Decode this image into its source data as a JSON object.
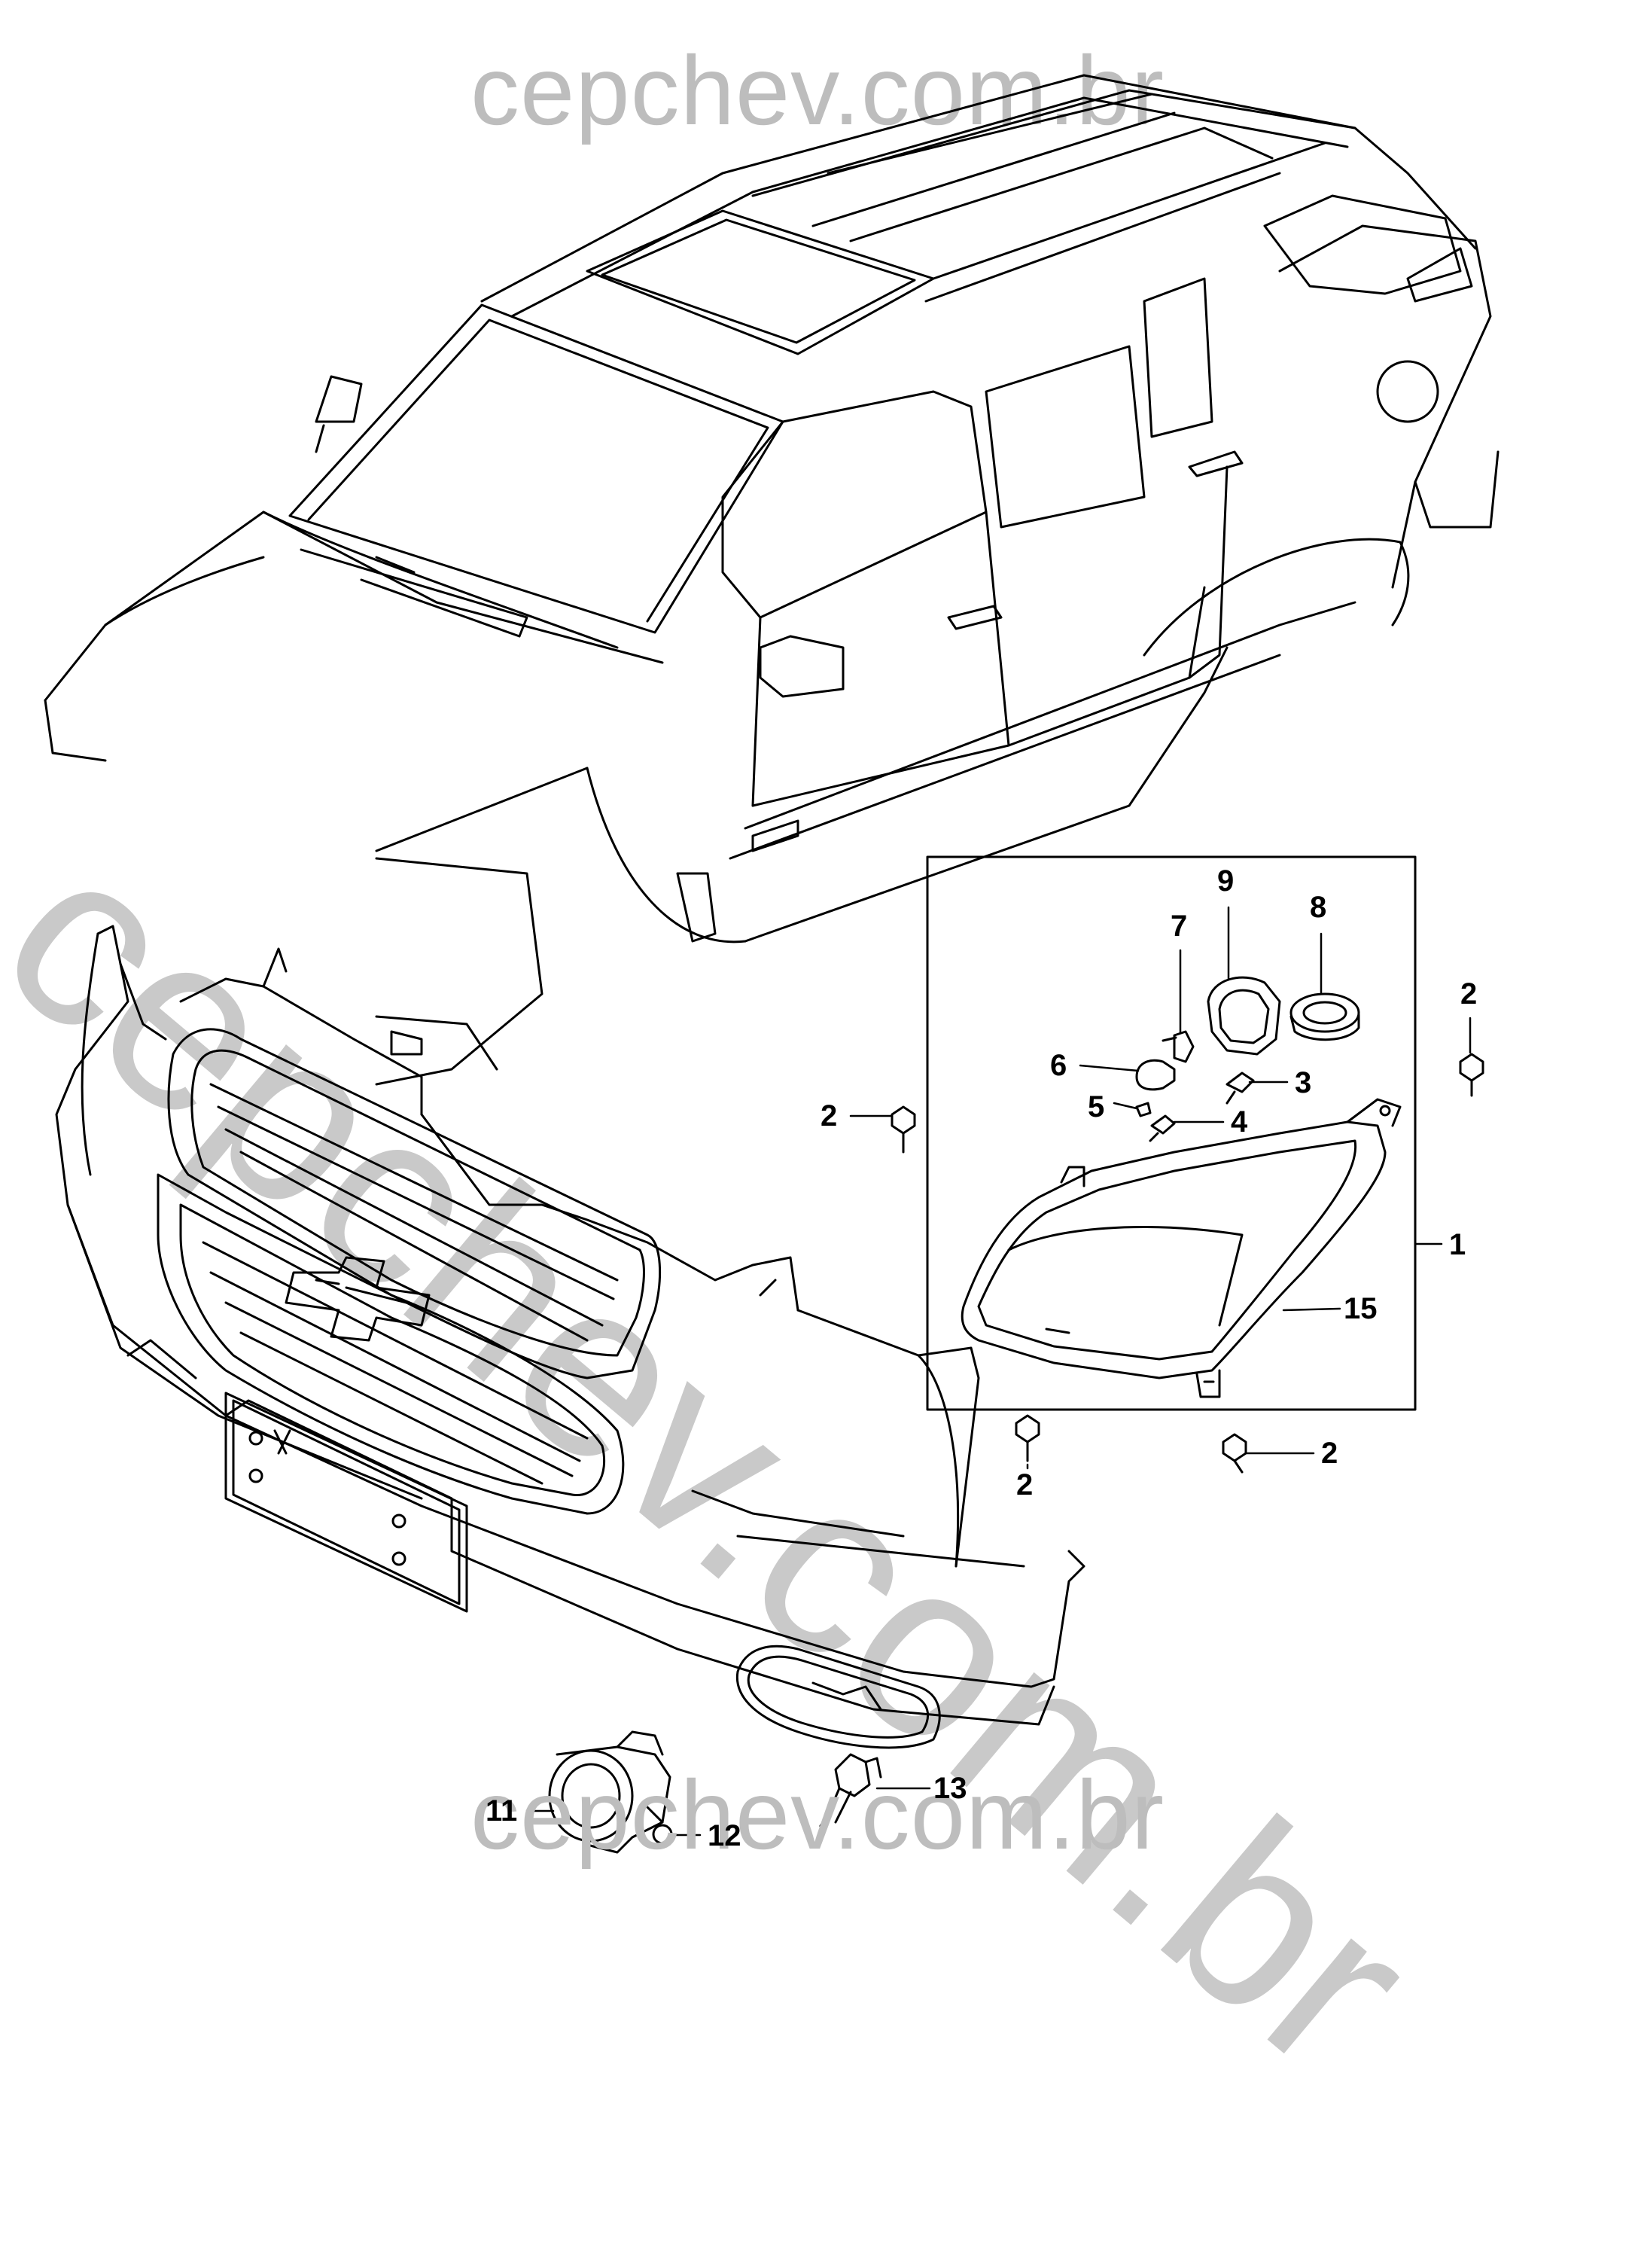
{
  "watermarks": {
    "top": "cepchev.com.br",
    "diagonal": "cepchev.com.br",
    "bottom": "cepchev.com.br"
  },
  "callouts": [
    "1",
    "2",
    "3",
    "4",
    "5",
    "6",
    "7",
    "8",
    "9",
    "11",
    "12",
    "13",
    "15"
  ],
  "colors": {
    "ink": "#000000",
    "watermark": "#c4c4c4",
    "paper": "#ffffff"
  }
}
